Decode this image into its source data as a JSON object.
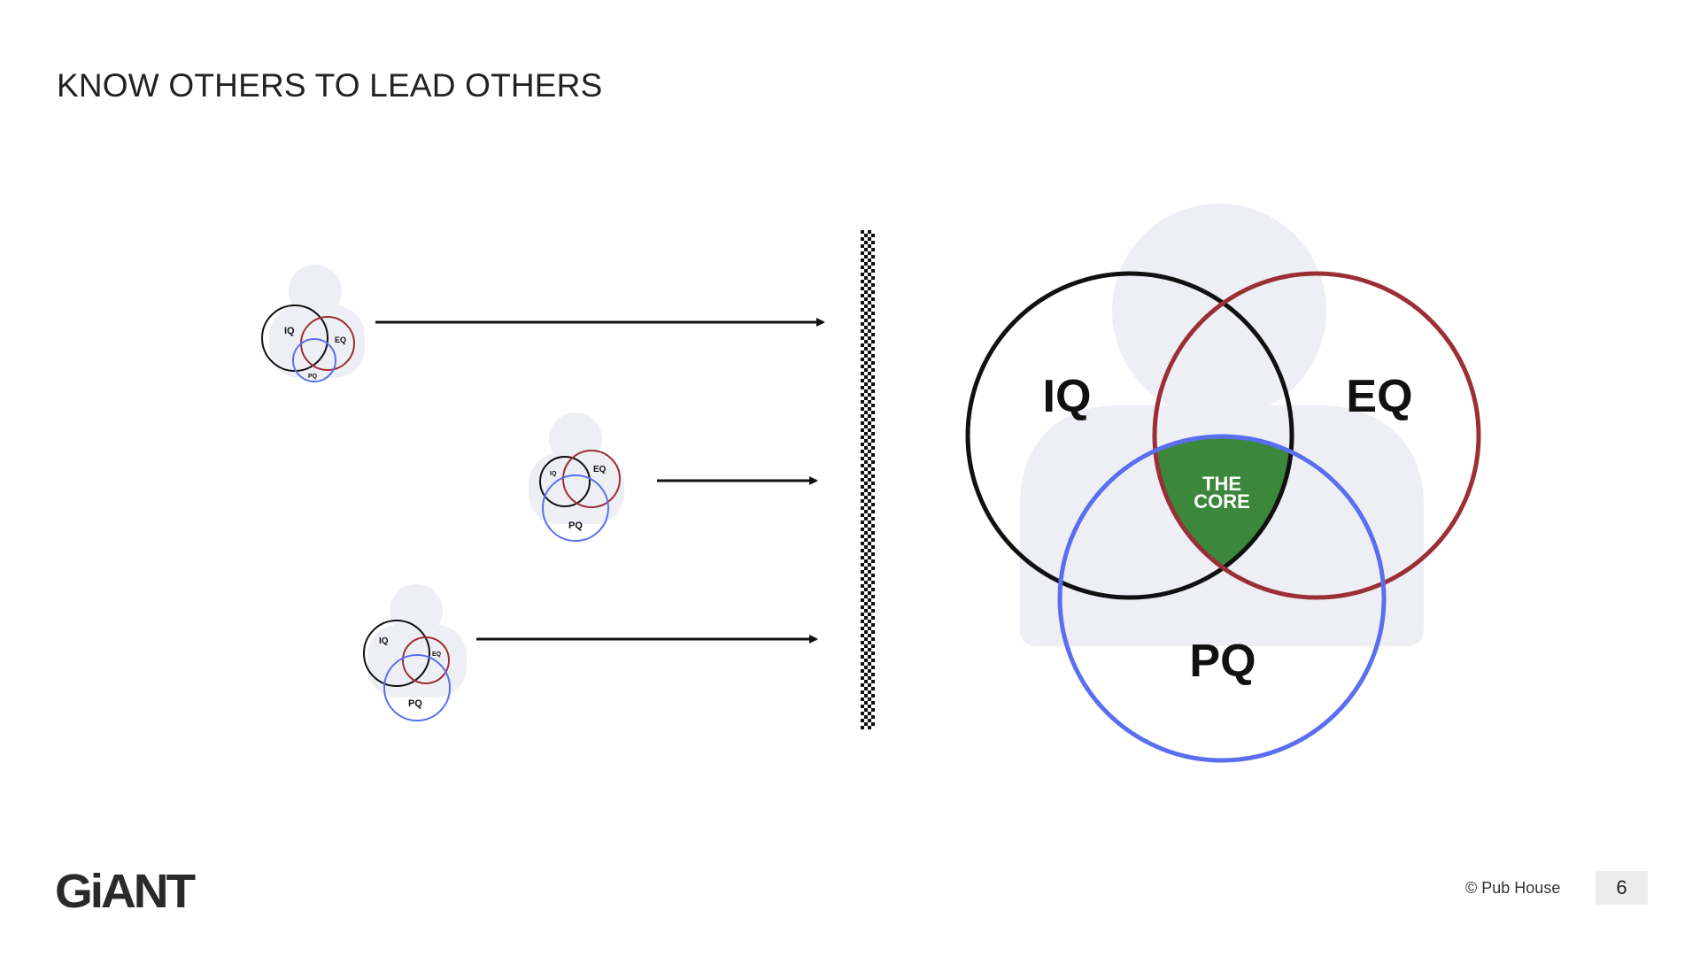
{
  "slide": {
    "title": "KNOW OTHERS TO LEAD OTHERS",
    "logo": "GiANT",
    "copyright": "© Pub House",
    "page_number": "6"
  },
  "labels": {
    "iq": "IQ",
    "eq": "EQ",
    "pq": "PQ",
    "core_line1": "THE",
    "core_line2": "CORE"
  },
  "colors": {
    "iq": "#111111",
    "eq": "#9b2f36",
    "pq": "#5a6ff0",
    "core": "#3b873b",
    "person": "#eeeff4",
    "arrow": "#111111"
  },
  "icons": {
    "person": "person-silhouette-icon",
    "arrow": "arrow-right-icon",
    "finish": "checkered-finish-line"
  }
}
